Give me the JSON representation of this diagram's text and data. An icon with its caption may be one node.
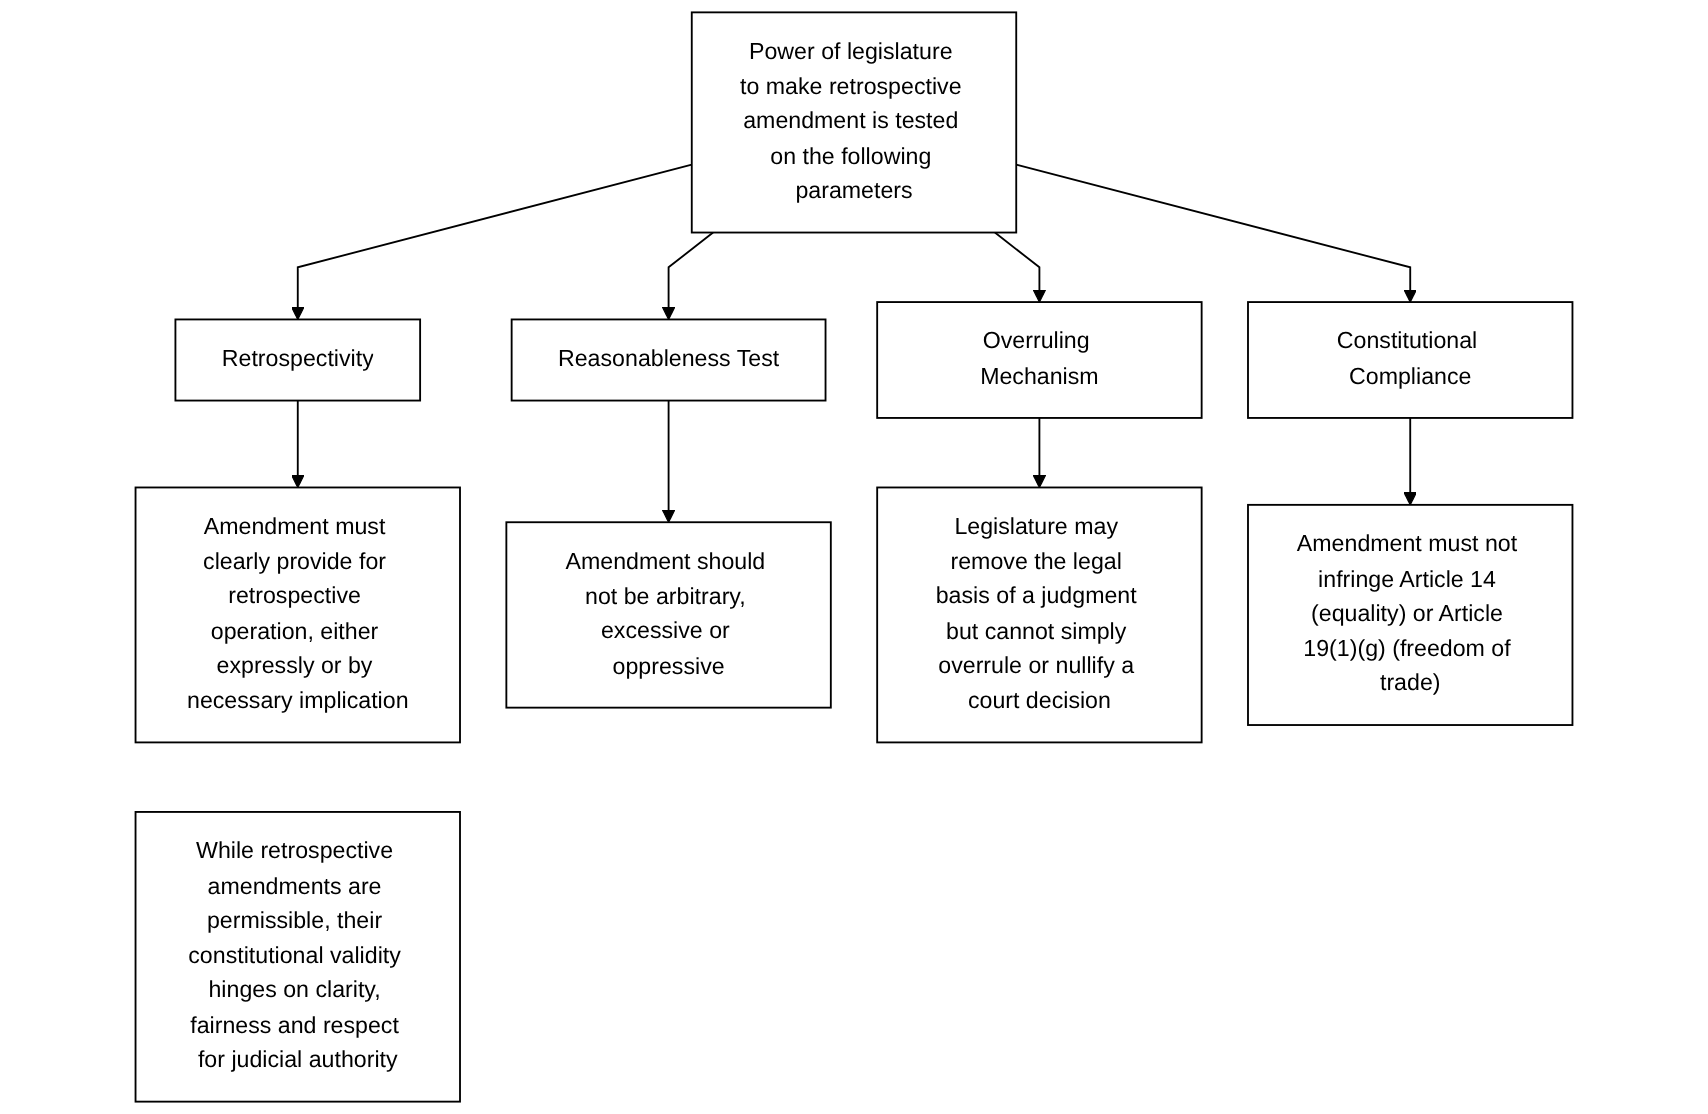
{
  "diagram": {
    "nodes": [
      {
        "text": [
          "Power of legislature to make retrospective amendment is tested on the following parameters"
        ]
      },
      {
        "text": [
          "Retrospectivity"
        ]
      },
      {
        "text": [
          "Reasonableness Test"
        ]
      },
      {
        "text": [
          "Overruling Mechanism"
        ]
      },
      {
        "text": [
          "Constitutional Compliance"
        ]
      },
      {
        "text": [
          "Amendment must clearly provide for retrospective operation, either expressly or by necessary implication"
        ]
      },
      {
        "text": [
          "Amendment should not be arbitrary, excessive or oppressive"
        ]
      },
      {
        "text": [
          "Legislature may remove the legal basis of a judgment but cannot simply overrule or nullify a court decision"
        ]
      },
      {
        "text": [
          "Amendment must not infringe Article 14 (equality) or Article 19(1)(g) (freedom of trade)"
        ]
      },
      {
        "text": [
          "While retrospective amendments are permissible, their constitutional validity hinges on clarity, fairness and respect for judicial authority"
        ]
      }
    ],
    "edges": [
      {
        "from": 0,
        "to": 1,
        "arrow": "to"
      },
      {
        "from": 0,
        "to": 2,
        "arrow": "to"
      },
      {
        "from": 0,
        "to": 3,
        "arrow": "to"
      },
      {
        "from": 0,
        "to": 4,
        "arrow": "to"
      },
      {
        "from": 1,
        "to": 5,
        "arrow": "to"
      },
      {
        "from": 2,
        "to": 6,
        "arrow": "to"
      },
      {
        "from": 3,
        "to": 7,
        "arrow": "to"
      },
      {
        "from": 4,
        "to": 8,
        "arrow": "to"
      }
    ]
  }
}
